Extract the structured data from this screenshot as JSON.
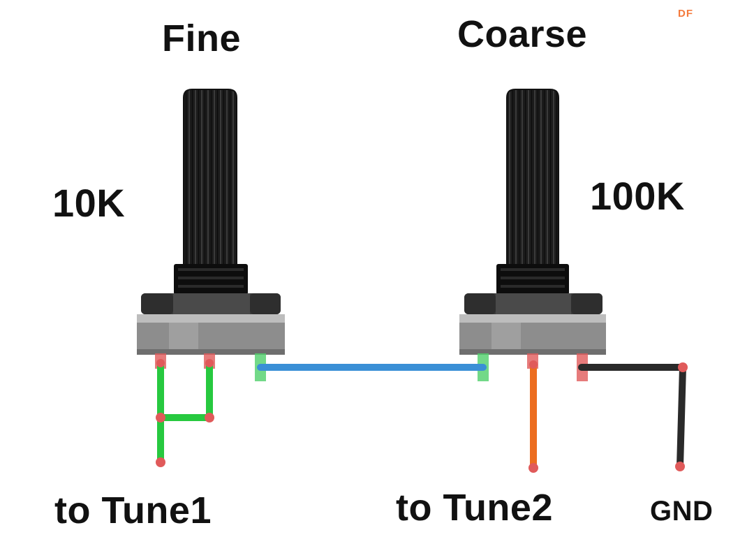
{
  "labels": {
    "fine": "Fine",
    "coarse": "Coarse",
    "fine_value": "10K",
    "coarse_value": "100K",
    "to_tune1": "to Tune1",
    "to_tune2": "to Tune2",
    "gnd": "GND"
  },
  "watermark": "DF",
  "colors": {
    "background": "#ffffff",
    "text": "#111111",
    "shaft": "#1b1b1b",
    "collar": "#0d0d0d",
    "housing": "#8d8d8d",
    "pin_red": "#e05a5a",
    "pin_green": "#4fcf6a",
    "wire_green": "#27c93f",
    "wire_blue": "#3a8fd6",
    "wire_orange": "#ec6d1f",
    "wire_black": "#2a2a2a",
    "watermark": "#f47a3c"
  },
  "components": [
    {
      "name": "Fine",
      "resistance": "10K"
    },
    {
      "name": "Coarse",
      "resistance": "100K"
    }
  ],
  "connections": [
    {
      "from": "Fine pin 1",
      "to": "Fine pin 2",
      "color": "green"
    },
    {
      "from": "Fine pins 1+2",
      "to": "to Tune1",
      "color": "green"
    },
    {
      "from": "Fine pin 3",
      "to": "Coarse pin 1",
      "color": "blue"
    },
    {
      "from": "Coarse pin 2",
      "to": "to Tune2",
      "color": "orange"
    },
    {
      "from": "Coarse pin 3",
      "to": "GND",
      "color": "black"
    }
  ]
}
